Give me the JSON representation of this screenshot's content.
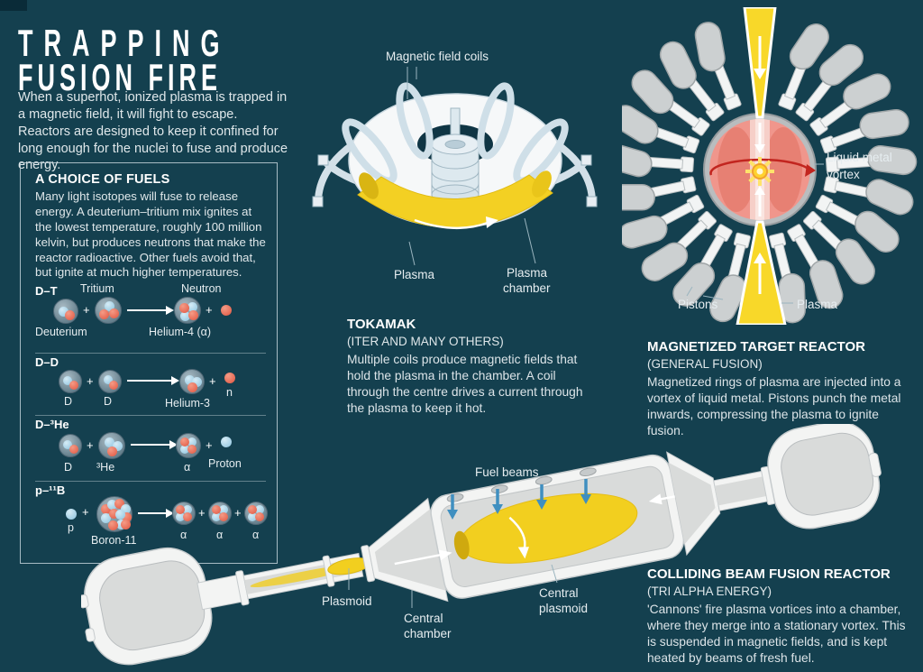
{
  "page": {
    "title_line1": "TRAPPING",
    "title_line2": "FUSION FIRE",
    "intro": "When a superhot, ionized plasma is trapped in a magnetic field, it will fight to escape. Reactors are designed to keep it confined for long enough for the nuclei to fuse and produce energy."
  },
  "symbols": {
    "plus": "+"
  },
  "colors": {
    "background": "#14404f",
    "plasma_yellow": "#f3d023",
    "neutron_red": "#e05540",
    "proton_blue": "#8cc3de",
    "coil_blue": "#cfdfe8",
    "liquid_metal_pink": "#ef9287",
    "piston_grey": "#ccd0d1",
    "fuel_beam_blue": "#3f8fc0"
  },
  "fuels_panel": {
    "heading": "A CHOICE OF FUELS",
    "body": "Many light isotopes will fuse to release energy. A deuterium–tritium mix ignites at the lowest temperature, roughly 100 million kelvin, but produces neutrons that make the reactor radioactive. Other fuels avoid that, but ignite at much higher temperatures.",
    "reactions": [
      {
        "id": "D–T",
        "top_reactant": "Tritium",
        "top_product": "Neutron",
        "bottom_reactant": "Deuterium",
        "bottom_product": "Helium-4 (α)"
      },
      {
        "id": "D–D",
        "reactant1": "D",
        "reactant2": "D",
        "product1": "Helium-3",
        "product2": "n"
      },
      {
        "id": "D–³He",
        "reactant1": "D",
        "reactant2": "³He",
        "product1": "α",
        "product2": "Proton"
      },
      {
        "id": "p–¹¹B",
        "reactant1": "p",
        "reactant2": "Boron-11",
        "product1": "α",
        "product2": "α",
        "product3": "α"
      }
    ]
  },
  "tokamak": {
    "heading": "TOKAMAK",
    "subheading": "(ITER AND MANY OTHERS)",
    "body": "Multiple coils produce magnetic fields that hold the plasma in the chamber. A coil through the centre drives a current through the plasma to keep it hot.",
    "labels": {
      "coils": "Magnetic field coils",
      "plasma": "Plasma",
      "chamber_line1": "Plasma",
      "chamber_line2": "chamber"
    }
  },
  "mtr": {
    "heading": "MAGNETIZED TARGET REACTOR",
    "subheading": "(GENERAL FUSION)",
    "body": "Magnetized rings of plasma are injected into a vortex of liquid metal. Pistons punch the metal inwards, compressing the plasma to ignite fusion.",
    "labels": {
      "vortex_line1": "Liquid metal",
      "vortex_line2": "vortex",
      "pistons": "Pistons",
      "plasma": "Plasma"
    }
  },
  "cbfr": {
    "heading": "COLLIDING BEAM FUSION REACTOR",
    "subheading": "(TRI ALPHA ENERGY)",
    "body": "'Cannons' fire plasma vortices into a chamber, where they merge into a stationary vortex. This is suspended in magnetic fields, and is kept heated by beams of fresh fuel.",
    "labels": {
      "fuel_beams": "Fuel beams",
      "plasmoid": "Plasmoid",
      "chamber_line1": "Central",
      "chamber_line2": "chamber",
      "central_plasmoid_line1": "Central",
      "central_plasmoid_line2": "plasmoid"
    }
  }
}
